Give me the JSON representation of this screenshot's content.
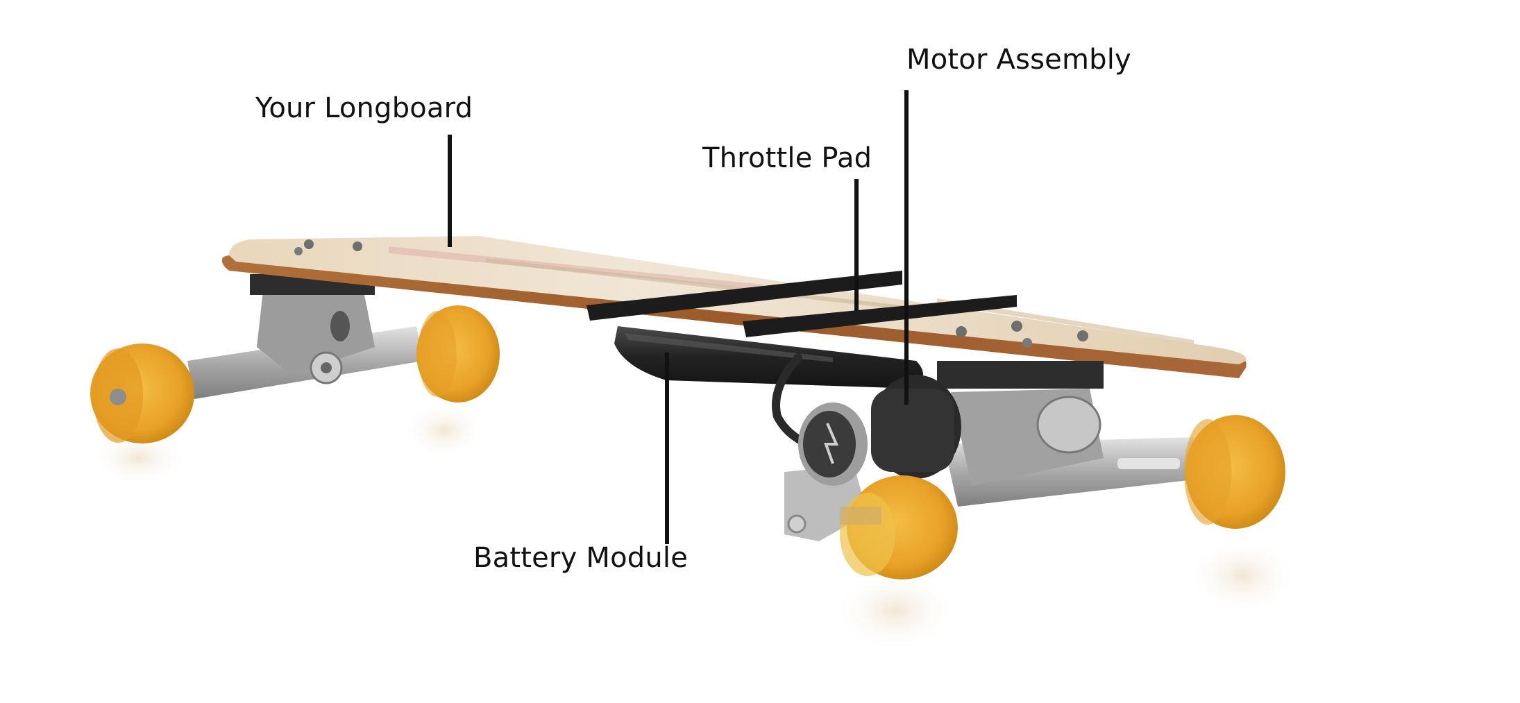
{
  "callouts": {
    "longboard": {
      "label": "Your Longboard"
    },
    "throttle": {
      "label": "Throttle Pad"
    },
    "motor": {
      "label": "Motor Assembly"
    },
    "battery": {
      "label": "Battery Module"
    }
  },
  "colors": {
    "wheel": "#eaa52a",
    "wheel_shadow": "#c88614",
    "deck_top": "#e9ddc7",
    "deck_edge": "#9a5a2b",
    "truck_metal": "#b7b7b7",
    "battery": "#2b2b2b",
    "grip_strap": "#1c1c1c",
    "label_text": "#111111"
  }
}
